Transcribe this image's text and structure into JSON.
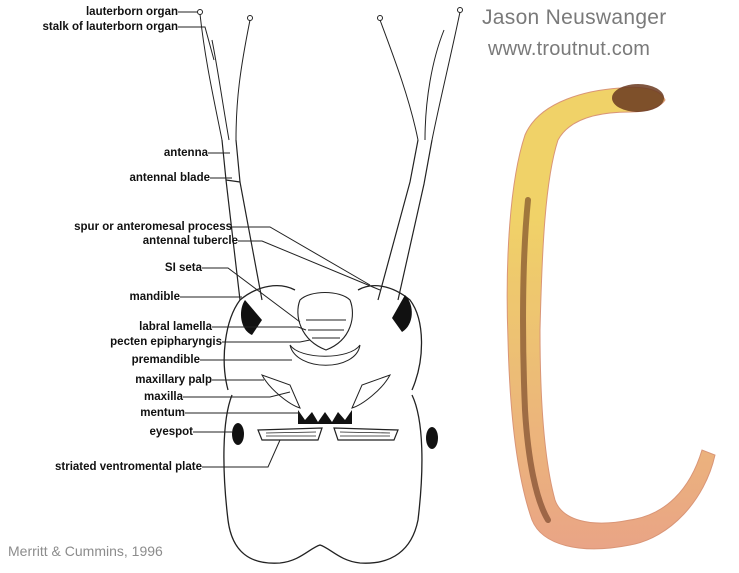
{
  "diagram": {
    "labels": [
      "lauterborn organ",
      "stalk of lauterborn organ",
      "antenna",
      "antennal blade",
      "spur or anteromesal process",
      "antennal tubercle",
      "SI seta",
      "mandible",
      "labral lamella",
      "pecten epipharyngis",
      "premandible",
      "maxillary palp",
      "maxilla",
      "mentum",
      "eyespot",
      "striated ventromental plate"
    ],
    "credit": "Merritt & Cummins, 1996"
  },
  "photo": {
    "credit_name": "Jason Neuswanger",
    "credit_url": "www.troutnut.com",
    "colors": {
      "larva_body": "#e8a080",
      "larva_head": "#f0d060",
      "larva_gut": "#6a3a20"
    }
  }
}
